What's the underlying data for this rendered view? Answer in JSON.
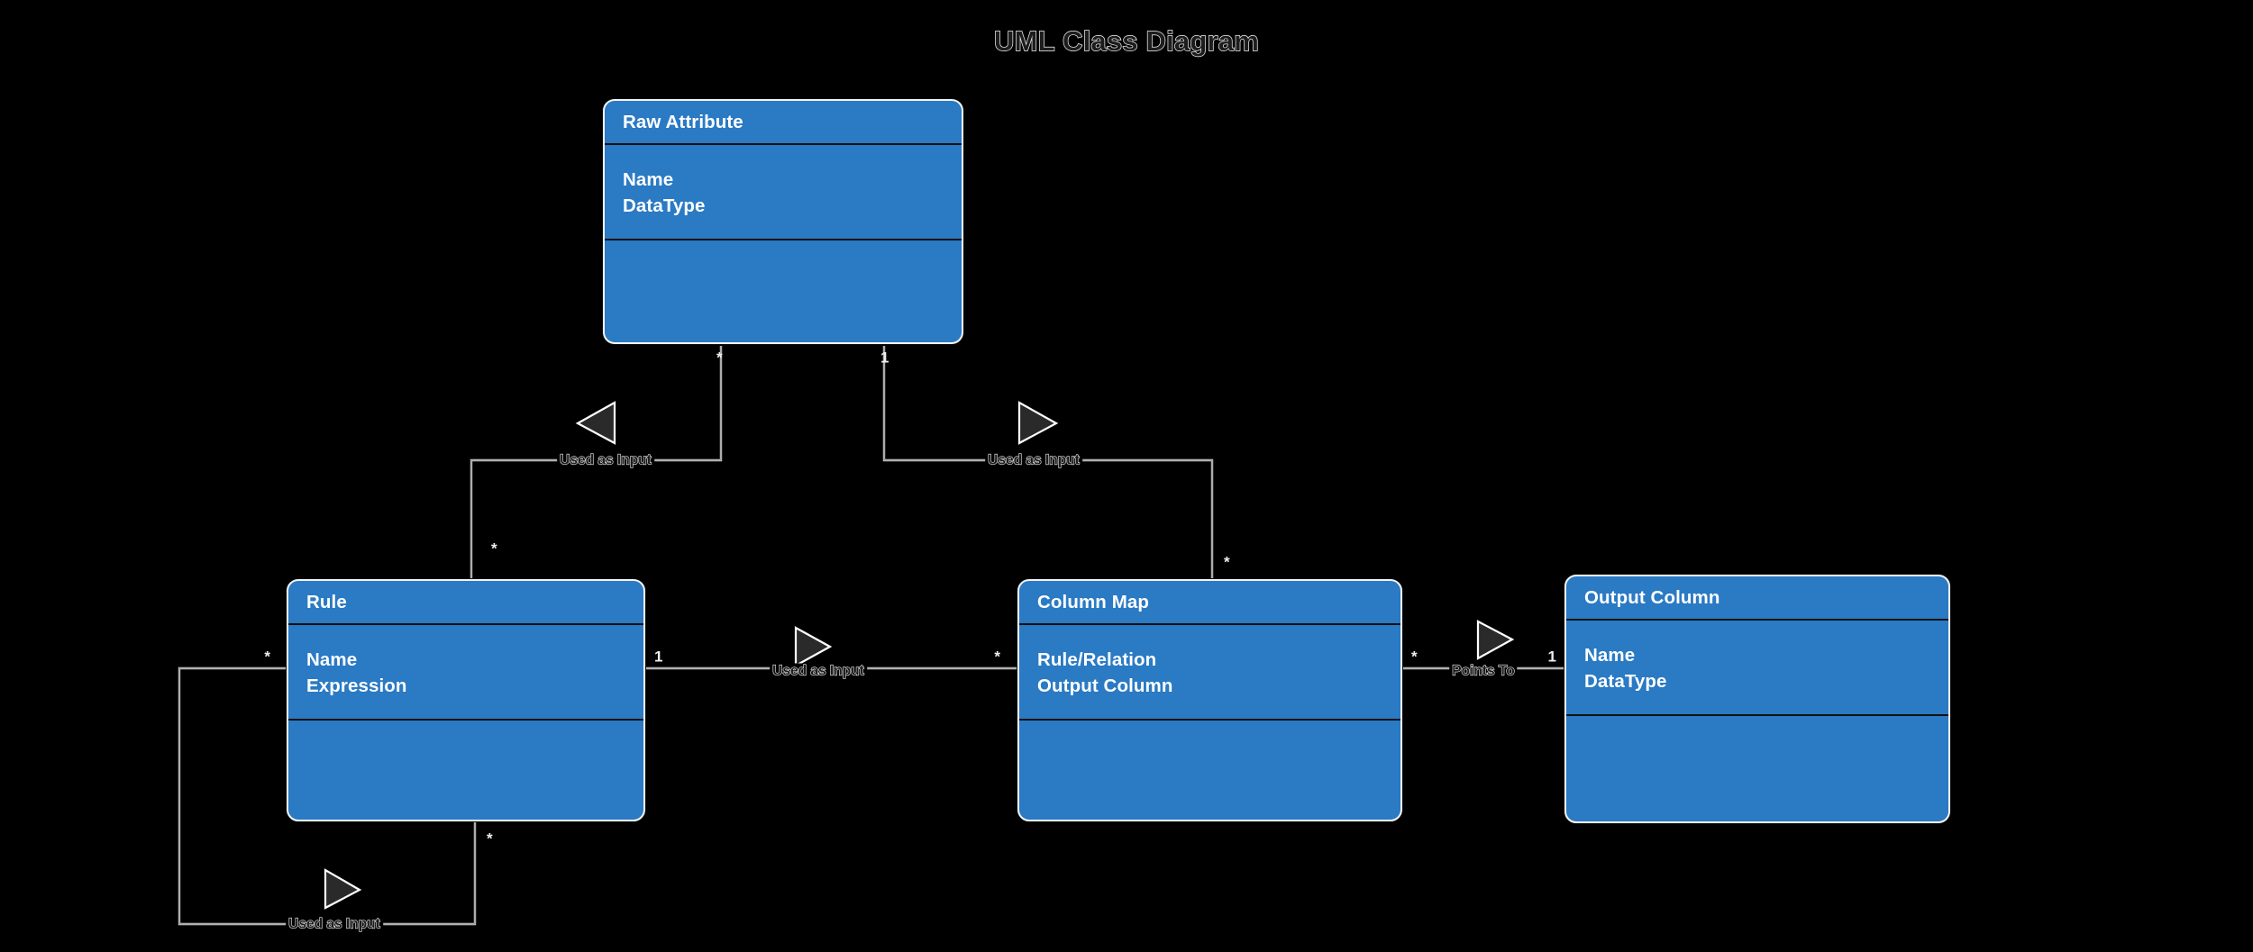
{
  "title": "UML Class Diagram",
  "theme": {
    "background": "#000000",
    "class_fill": "#2a7ac4",
    "class_border": "#f4f4f4",
    "divider": "#111111",
    "connector": "#d8d8d8",
    "text": "#ffffff"
  },
  "classes": [
    {
      "id": "raw-attribute",
      "name": "Raw Attribute",
      "attributes": [
        "Name",
        "DataType"
      ],
      "methods": []
    },
    {
      "id": "rule",
      "name": "Rule",
      "attributes": [
        "Name",
        "Expression"
      ],
      "methods": []
    },
    {
      "id": "column-map",
      "name": "Column Map",
      "attributes": [
        "Rule/Relation",
        "Output Column"
      ],
      "methods": []
    },
    {
      "id": "output-column",
      "name": "Output Column",
      "attributes": [
        "Name",
        "DataType"
      ],
      "methods": []
    }
  ],
  "relationships": [
    {
      "id": "rawattr-rule",
      "label": "Used as Input",
      "source": "Raw Attribute",
      "target": "Rule",
      "source_multiplicity": "*",
      "target_multiplicity": "*",
      "arrow": "open-triangle-left"
    },
    {
      "id": "rawattr-columnmap",
      "label": "Used as Input",
      "source": "Raw Attribute",
      "target": "Column Map",
      "source_multiplicity": "1",
      "target_multiplicity": "*",
      "arrow": "open-triangle-right"
    },
    {
      "id": "rule-columnmap",
      "label": "Used as Input",
      "source": "Rule",
      "target": "Column Map",
      "source_multiplicity": "1",
      "target_multiplicity": "*",
      "arrow": "open-triangle-right"
    },
    {
      "id": "columnmap-outputcolumn",
      "label": "Points To",
      "source": "Column Map",
      "target": "Output Column",
      "source_multiplicity": "*",
      "target_multiplicity": "1",
      "arrow": "open-triangle-right"
    },
    {
      "id": "rule-rule-self",
      "label": "Used as Input",
      "source": "Rule",
      "target": "Rule",
      "source_multiplicity": "*",
      "target_multiplicity": "*",
      "arrow": "open-triangle-right"
    }
  ],
  "multiplicity_markers": {
    "rawattr_bottom_left": "*",
    "rawattr_bottom_right": "1",
    "rule_top": "*",
    "rule_left": "*",
    "rule_right": "1",
    "rule_bottom": "*",
    "columnmap_top": "*",
    "columnmap_left": "*",
    "columnmap_right": "*",
    "outputcolumn_left": "1"
  }
}
